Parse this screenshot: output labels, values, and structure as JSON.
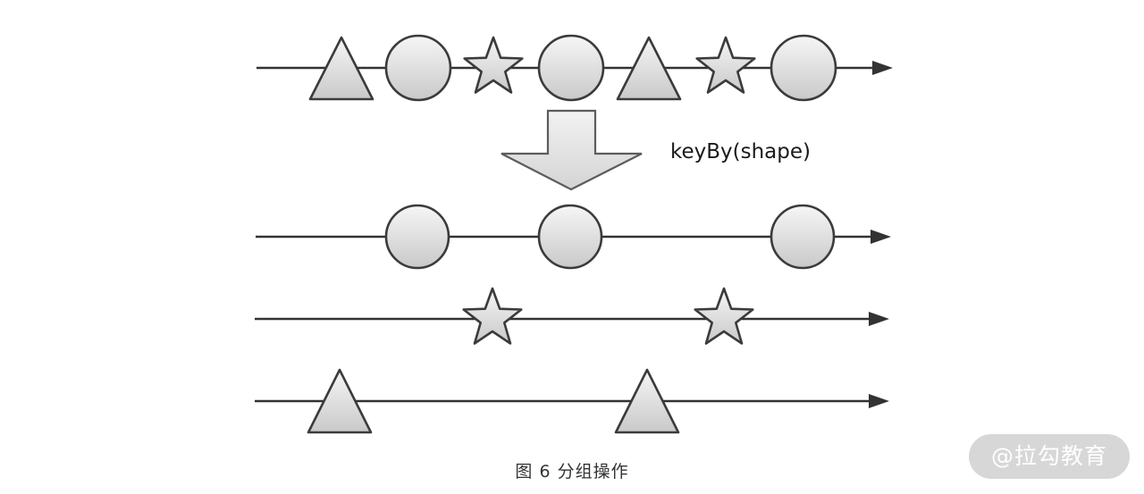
{
  "operation_label": "keyBy(shape)",
  "caption": "图 6  分组操作",
  "watermark": "@拉勾教育",
  "colors": {
    "line": "#333333",
    "shape_stroke": "#3b3b3b",
    "shape_fill_light": "#f4f4f4",
    "shape_fill_dark": "#c8c8c8"
  },
  "streams": [
    {
      "id": "input",
      "events": [
        "triangle",
        "circle",
        "star",
        "circle",
        "triangle",
        "star",
        "circle"
      ]
    },
    {
      "id": "circles",
      "events": [
        "circle",
        "circle",
        "circle"
      ]
    },
    {
      "id": "stars",
      "events": [
        "star",
        "star"
      ]
    },
    {
      "id": "triangles",
      "events": [
        "triangle",
        "triangle"
      ]
    }
  ]
}
